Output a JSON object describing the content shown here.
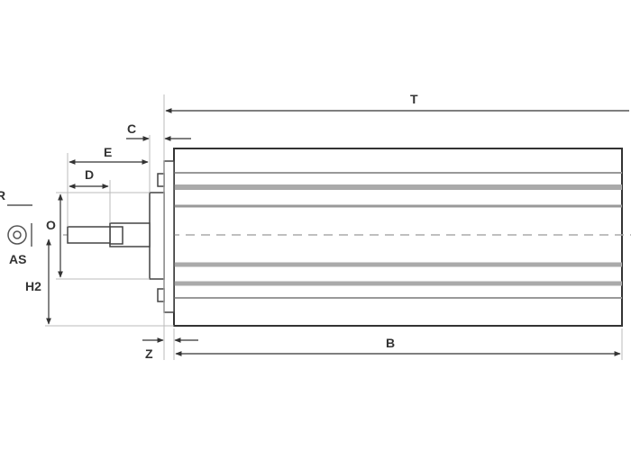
{
  "drawing": {
    "labels": {
      "T": "T",
      "C": "C",
      "E": "E",
      "D": "D",
      "R": "R",
      "O": "O",
      "AS": "AS",
      "H2": "H2",
      "Z": "Z",
      "B": "B"
    },
    "colors": {
      "line": "#333333",
      "stripe": "#aaaaaa",
      "dim": "#555555"
    }
  }
}
